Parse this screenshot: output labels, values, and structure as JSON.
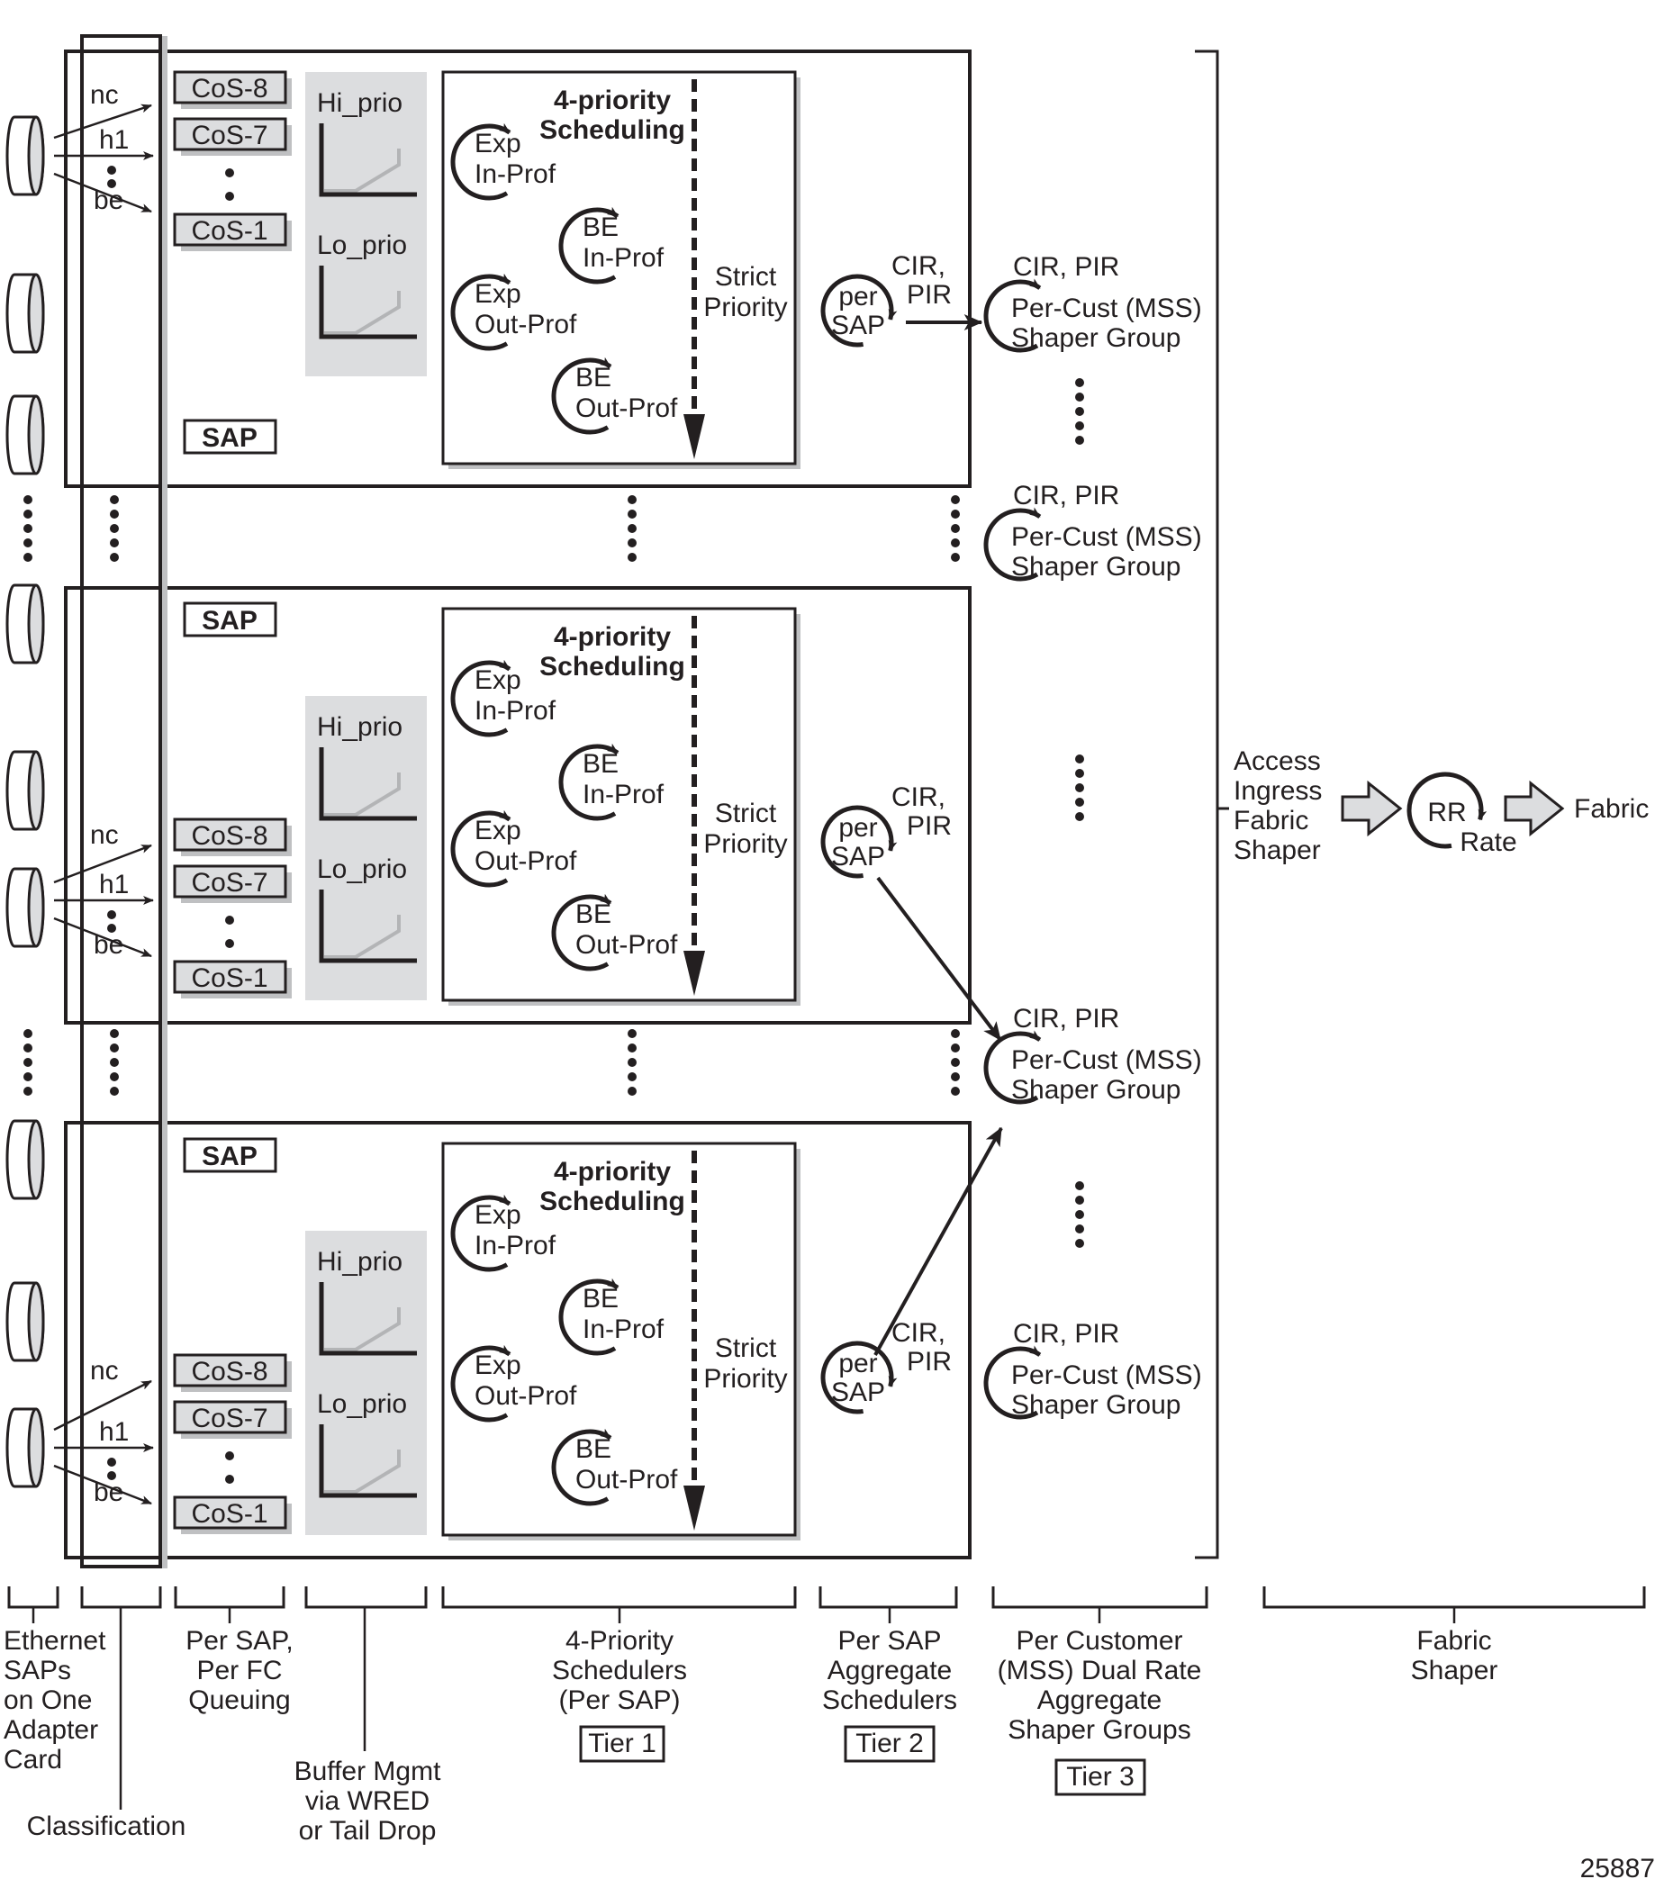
{
  "figure_id": "25887",
  "colors": {
    "line": "#231f20",
    "gray_fill": "#dcdddf",
    "shadow": "#bfc0c2",
    "curve_gray": "#b3b4b6"
  },
  "saps": [
    {
      "sap_label": "SAP",
      "classes": [
        "nc",
        "h1",
        "be"
      ],
      "queues": [
        "CoS-8",
        "CoS-7",
        "CoS-1"
      ],
      "buffers": [
        "Hi_prio",
        "Lo_prio"
      ],
      "scheduler_title": [
        "4-priority",
        "Scheduling"
      ],
      "schedulers": [
        [
          "Exp",
          "In-Prof"
        ],
        [
          "BE",
          "In-Prof"
        ],
        [
          "Exp",
          "Out-Prof"
        ],
        [
          "BE",
          "Out-Prof"
        ]
      ],
      "strict_priority": [
        "Strict",
        "Priority"
      ],
      "per_sap": [
        "per",
        "SAP"
      ],
      "rates": [
        "CIR,",
        "PIR"
      ]
    },
    {
      "sap_label": "SAP",
      "classes": [
        "nc",
        "h1",
        "be"
      ],
      "queues": [
        "CoS-8",
        "CoS-7",
        "CoS-1"
      ],
      "buffers": [
        "Hi_prio",
        "Lo_prio"
      ],
      "scheduler_title": [
        "4-priority",
        "Scheduling"
      ],
      "schedulers": [
        [
          "Exp",
          "In-Prof"
        ],
        [
          "BE",
          "In-Prof"
        ],
        [
          "Exp",
          "Out-Prof"
        ],
        [
          "BE",
          "Out-Prof"
        ]
      ],
      "strict_priority": [
        "Strict",
        "Priority"
      ],
      "per_sap": [
        "per",
        "SAP"
      ],
      "rates": [
        "CIR,",
        "PIR"
      ]
    },
    {
      "sap_label": "SAP",
      "classes": [
        "nc",
        "h1",
        "be"
      ],
      "queues": [
        "CoS-8",
        "CoS-7",
        "CoS-1"
      ],
      "buffers": [
        "Hi_prio",
        "Lo_prio"
      ],
      "scheduler_title": [
        "4-priority",
        "Scheduling"
      ],
      "schedulers": [
        [
          "Exp",
          "In-Prof"
        ],
        [
          "BE",
          "In-Prof"
        ],
        [
          "Exp",
          "Out-Prof"
        ],
        [
          "BE",
          "Out-Prof"
        ]
      ],
      "strict_priority": [
        "Strict",
        "Priority"
      ],
      "per_sap": [
        "per",
        "SAP"
      ],
      "rates": [
        "CIR,",
        "PIR"
      ]
    }
  ],
  "shaper_groups": [
    {
      "rates": "CIR, PIR",
      "lines": [
        "Per-Cust (MSS)",
        "Shaper Group"
      ]
    },
    {
      "rates": "CIR, PIR",
      "lines": [
        "Per-Cust (MSS)",
        "Shaper Group"
      ]
    },
    {
      "rates": "CIR, PIR",
      "lines": [
        "Per-Cust (MSS)",
        "Shaper Group"
      ]
    },
    {
      "rates": "CIR, PIR",
      "lines": [
        "Per-Cust (MSS)",
        "Shaper Group"
      ]
    }
  ],
  "fabric": {
    "shaper_label": [
      "Access",
      "Ingress",
      "Fabric",
      "Shaper"
    ],
    "rr": "RR",
    "rate": "Rate",
    "destination": "Fabric"
  },
  "captions": {
    "ethernet": [
      "Ethernet",
      "SAPs",
      "on One",
      "Adapter",
      "Card"
    ],
    "classification": "Classification",
    "queuing": [
      "Per SAP,",
      "Per FC",
      "Queuing"
    ],
    "buffer": [
      "Buffer Mgmt",
      "via WRED",
      "or Tail Drop"
    ],
    "tier1": [
      "4-Priority",
      "Schedulers",
      "(Per SAP)"
    ],
    "tier1_badge": "Tier 1",
    "tier2": [
      "Per SAP",
      "Aggregate",
      "Schedulers"
    ],
    "tier2_badge": "Tier 2",
    "tier3": [
      "Per Customer",
      "(MSS) Dual Rate",
      "Aggregate",
      "Shaper Groups"
    ],
    "tier3_badge": "Tier 3",
    "fabric": [
      "Fabric",
      "Shaper"
    ]
  }
}
